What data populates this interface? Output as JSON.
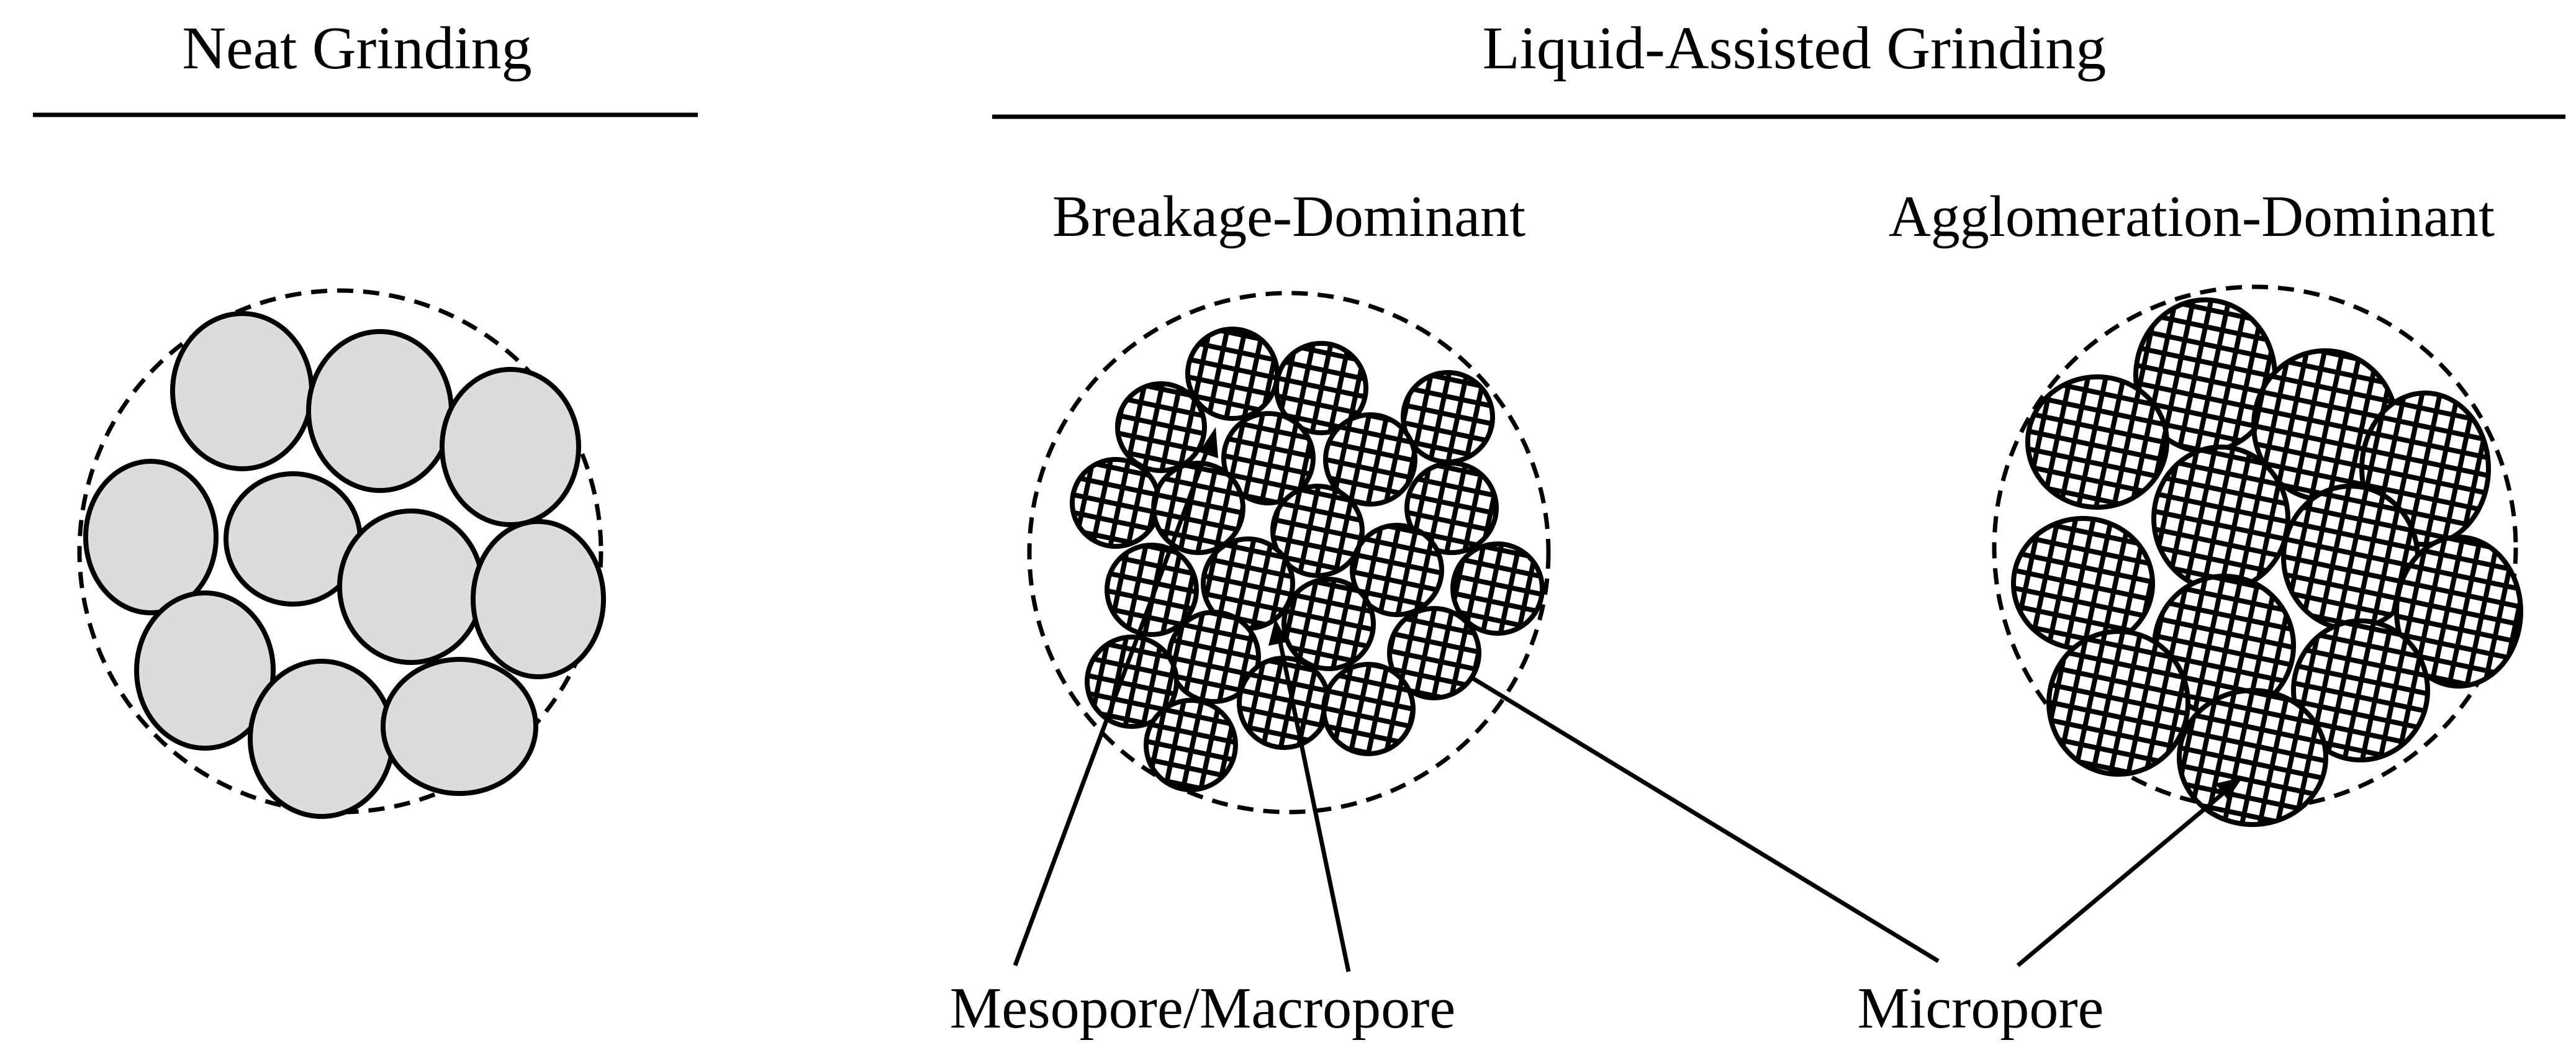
{
  "colors": {
    "neat_particle_fill": "#dcdcdc",
    "outline": "#000000",
    "background": "#ffffff"
  },
  "headings": {
    "neat_grinding": "Neat Grinding",
    "liquid_assisted_grinding": "Liquid-Assisted Grinding"
  },
  "subheadings": {
    "breakage_dominant": "Breakage-Dominant",
    "agglomeration_dominant": "Agglomeration-Dominant"
  },
  "pore_labels": {
    "meso_macro": "Mesopore/Macropore",
    "micro": "Micropore"
  },
  "particle_styles": {
    "neat": "solid-gray",
    "liquid_assisted": "crosshatch"
  }
}
